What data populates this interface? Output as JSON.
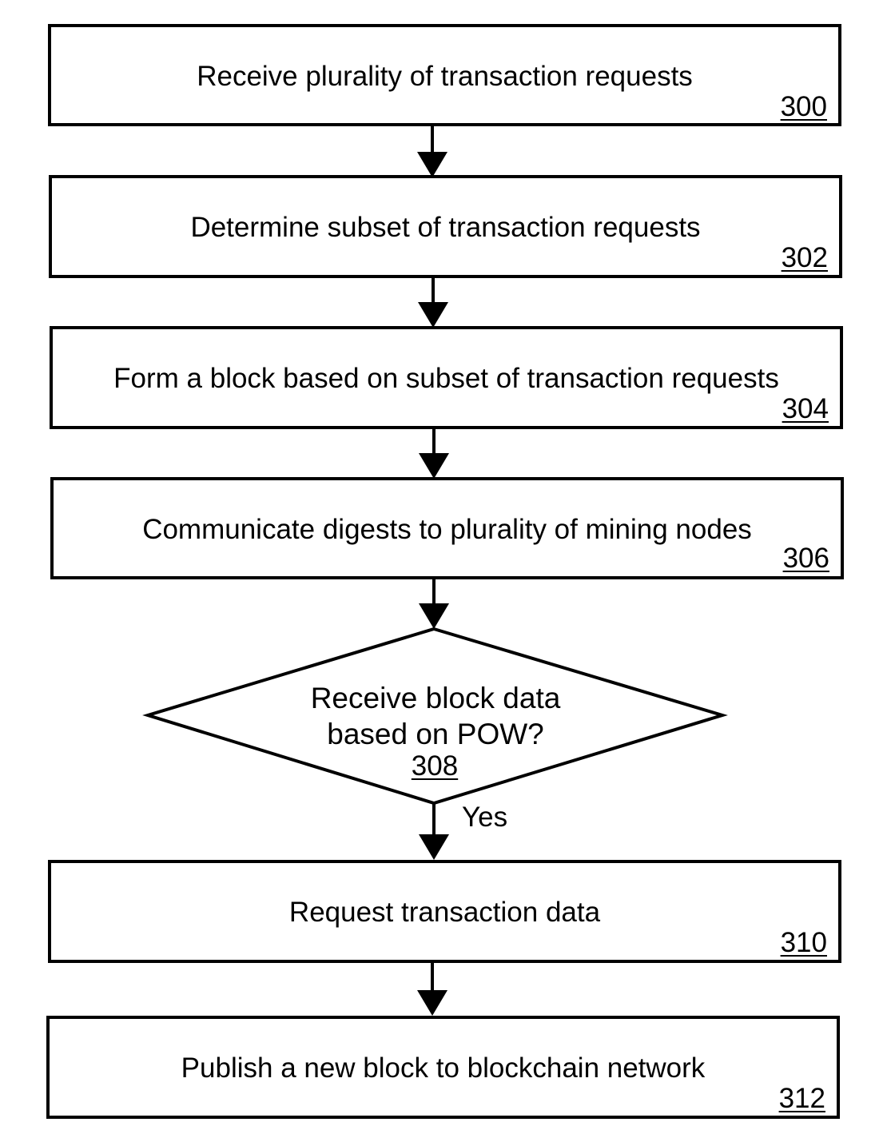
{
  "steps": [
    {
      "label": "Receive plurality of transaction requests",
      "ref": "300"
    },
    {
      "label": "Determine subset of transaction requests",
      "ref": "302"
    },
    {
      "label": "Form a block based on subset of transaction requests",
      "ref": "304"
    },
    {
      "label": "Communicate digests to plurality of mining nodes",
      "ref": "306"
    },
    {
      "label": "Request transaction data",
      "ref": "310"
    },
    {
      "label": "Publish a new block to blockchain network",
      "ref": "312"
    }
  ],
  "decision": {
    "line1": "Receive block data",
    "line2": "based on POW?",
    "ref": "308",
    "yes_label": "Yes"
  }
}
